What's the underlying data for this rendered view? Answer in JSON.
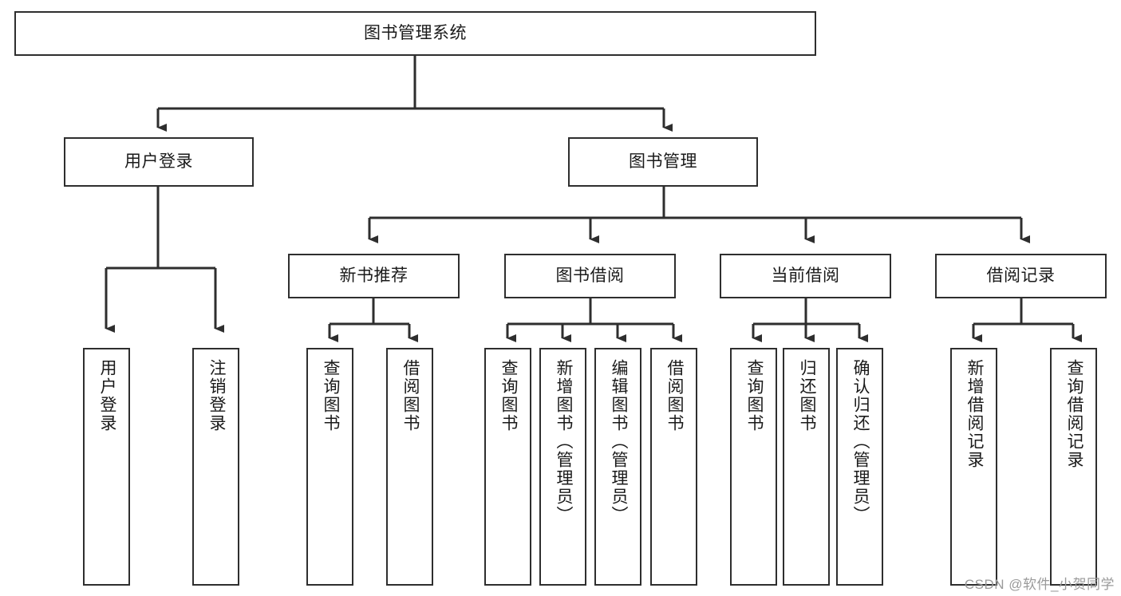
{
  "diagram": {
    "type": "tree-hierarchy",
    "title": "图书管理系统",
    "root": {
      "id": "root",
      "label": "图书管理系统",
      "orientation": "horizontal"
    },
    "level1": [
      {
        "id": "user-login",
        "label": "用户登录",
        "orientation": "horizontal"
      },
      {
        "id": "book-manage",
        "label": "图书管理",
        "orientation": "horizontal"
      }
    ],
    "level2": [
      {
        "id": "new-book-recommend",
        "label": "新书推荐",
        "parent": "book-manage",
        "orientation": "horizontal"
      },
      {
        "id": "book-borrow",
        "label": "图书借阅",
        "parent": "book-manage",
        "orientation": "horizontal"
      },
      {
        "id": "current-borrow",
        "label": "当前借阅",
        "parent": "book-manage",
        "orientation": "horizontal"
      },
      {
        "id": "borrow-record",
        "label": "借阅记录",
        "parent": "book-manage",
        "orientation": "horizontal"
      }
    ],
    "leaves": [
      {
        "id": "leaf-user-login",
        "label": "用户登录",
        "parent": "user-login",
        "orientation": "vertical"
      },
      {
        "id": "leaf-user-logout",
        "label": "注销登录",
        "parent": "user-login",
        "orientation": "vertical"
      },
      {
        "id": "leaf-query-book-1",
        "label": "查询图书",
        "parent": "new-book-recommend",
        "orientation": "vertical"
      },
      {
        "id": "leaf-borrow-book-1",
        "label": "借阅图书",
        "parent": "new-book-recommend",
        "orientation": "vertical"
      },
      {
        "id": "leaf-query-book-2",
        "label": "查询图书",
        "parent": "book-borrow",
        "orientation": "vertical"
      },
      {
        "id": "leaf-add-book",
        "label": "新增图书（管理员）",
        "parent": "book-borrow",
        "orientation": "vertical"
      },
      {
        "id": "leaf-edit-book",
        "label": "编辑图书（管理员）",
        "parent": "book-borrow",
        "orientation": "vertical"
      },
      {
        "id": "leaf-borrow-book-2",
        "label": "借阅图书",
        "parent": "book-borrow",
        "orientation": "vertical"
      },
      {
        "id": "leaf-query-book-3",
        "label": "查询图书",
        "parent": "current-borrow",
        "orientation": "vertical"
      },
      {
        "id": "leaf-return-book",
        "label": "归还图书",
        "parent": "current-borrow",
        "orientation": "vertical"
      },
      {
        "id": "leaf-confirm-return",
        "label": "确认归还（管理员）",
        "parent": "current-borrow",
        "orientation": "vertical"
      },
      {
        "id": "leaf-add-record",
        "label": "新增借阅记录",
        "parent": "borrow-record",
        "orientation": "vertical"
      },
      {
        "id": "leaf-query-record",
        "label": "查询借阅记录",
        "parent": "borrow-record",
        "orientation": "vertical"
      }
    ],
    "colors": {
      "stroke": "#2e2e2e",
      "fill": "#ffffff",
      "text": "#1a1a1a",
      "watermark": "#9a9a9a"
    }
  },
  "watermark": {
    "text": "CSDN @软件_小贺同学"
  }
}
